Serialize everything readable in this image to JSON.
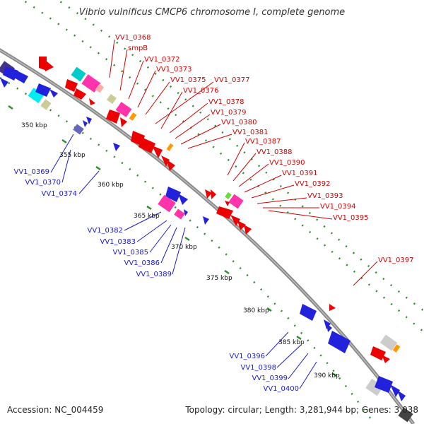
{
  "title": "Vibrio vulnificus CMCP6 chromosome I, complete genome",
  "footer": {
    "accession": "Accession: NC_004459",
    "info": "Topology: circular; Length: 3,281,944 bp; Genes: 3,038"
  },
  "colors": {
    "forward_label": "#d40000",
    "reverse_label": "#1a1acc",
    "backbone": "#888888",
    "dots": "#2e8b2e"
  },
  "ticks": [
    "350 kbp",
    "355 kbp",
    "360 kbp",
    "365 kbp",
    "370 kbp",
    "375 kbp",
    "380 kbp",
    "385 kbp",
    "390 kbp"
  ],
  "forward_genes": [
    "VV1_0368",
    "smpB",
    "VV1_0372",
    "VV1_0373",
    "VV1_0375",
    "VV1_0377",
    "VV1_0376",
    "VV1_0378",
    "VV1_0379",
    "VV1_0380",
    "VV1_0381",
    "VV1_0387",
    "VV1_0388",
    "VV1_0390",
    "VV1_0391",
    "VV1_0392",
    "VV1_0393",
    "VV1_0394",
    "VV1_0395",
    "VV1_0397"
  ],
  "reverse_genes": [
    "VV1_0369",
    "VV1_0370",
    "VV1_0374",
    "VV1_0382",
    "VV1_0383",
    "VV1_0385",
    "VV1_0386",
    "VV1_0389",
    "VV1_0396",
    "VV1_0398",
    "VV1_0399",
    "VV1_0400"
  ]
}
